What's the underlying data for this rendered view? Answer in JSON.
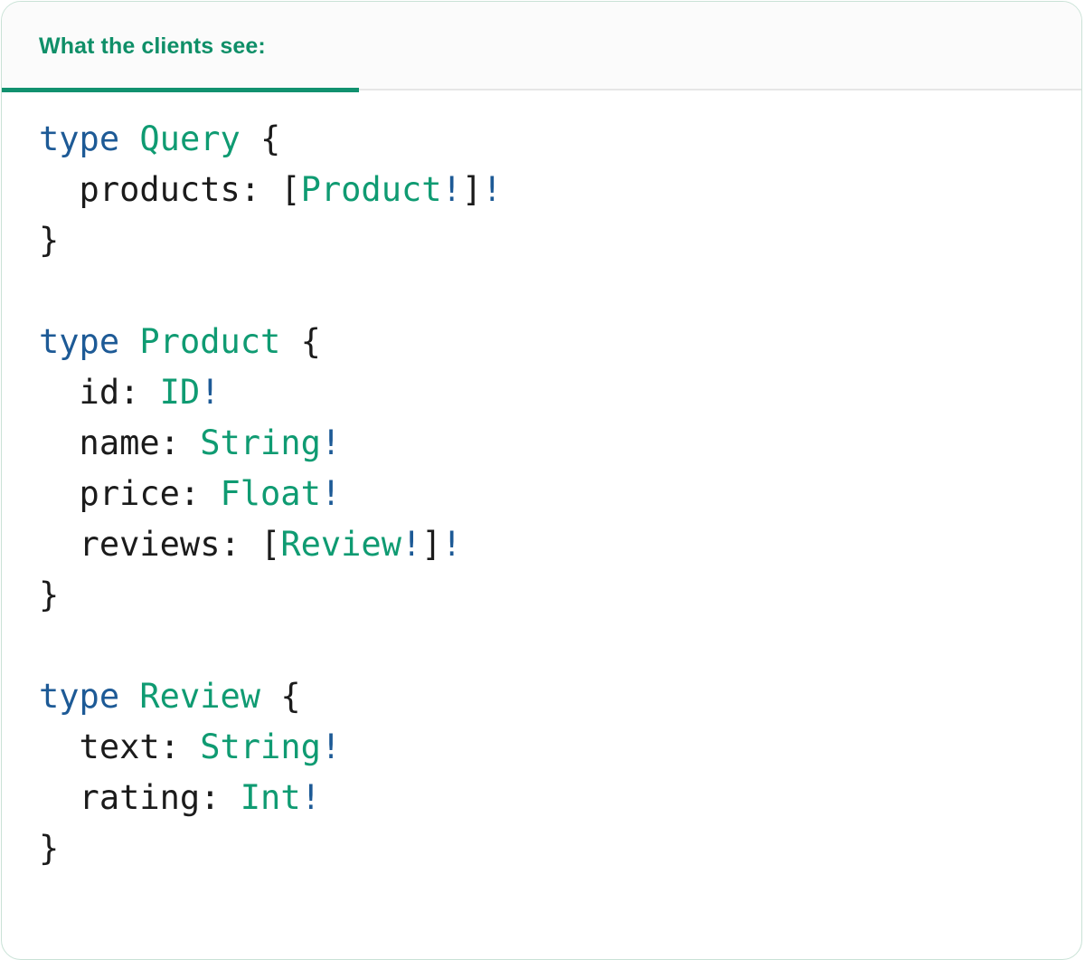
{
  "card": {
    "border_color": "#c9e2d6",
    "background": "#ffffff"
  },
  "tabbar": {
    "background": "#fbfbfb",
    "border_color": "#e6e6e6",
    "active_tab": {
      "label": "What the clients see:",
      "color": "#0f8f68",
      "underline_color": "#11916f",
      "active": true
    }
  },
  "theme": {
    "keyword_color": "#1d5a96",
    "type_color": "#0f9b72",
    "plain_color": "#1b1b1b",
    "bang_color": "#1d5a96"
  },
  "code": {
    "language": "graphql",
    "raw": "type Query {\n  products: [Product!]!\n}\n\ntype Product {\n  id: ID!\n  name: String!\n  price: Float!\n  reviews: [Review!]!\n}\n\ntype Review {\n  text: String!\n  rating: Int!\n}",
    "lines": [
      {
        "tokens": [
          {
            "t": "type",
            "k": "kw"
          },
          {
            "t": " ",
            "k": "plain"
          },
          {
            "t": "Query",
            "k": "type"
          },
          {
            "t": " {",
            "k": "plain"
          }
        ]
      },
      {
        "tokens": [
          {
            "t": "  products: [",
            "k": "plain"
          },
          {
            "t": "Product",
            "k": "type"
          },
          {
            "t": "!",
            "k": "bang"
          },
          {
            "t": "]",
            "k": "plain"
          },
          {
            "t": "!",
            "k": "bang"
          }
        ]
      },
      {
        "tokens": [
          {
            "t": "}",
            "k": "plain"
          }
        ]
      },
      {
        "tokens": []
      },
      {
        "tokens": [
          {
            "t": "type",
            "k": "kw"
          },
          {
            "t": " ",
            "k": "plain"
          },
          {
            "t": "Product",
            "k": "type"
          },
          {
            "t": " {",
            "k": "plain"
          }
        ]
      },
      {
        "tokens": [
          {
            "t": "  id: ",
            "k": "plain"
          },
          {
            "t": "ID",
            "k": "type"
          },
          {
            "t": "!",
            "k": "bang"
          }
        ]
      },
      {
        "tokens": [
          {
            "t": "  name: ",
            "k": "plain"
          },
          {
            "t": "String",
            "k": "type"
          },
          {
            "t": "!",
            "k": "bang"
          }
        ]
      },
      {
        "tokens": [
          {
            "t": "  price: ",
            "k": "plain"
          },
          {
            "t": "Float",
            "k": "type"
          },
          {
            "t": "!",
            "k": "bang"
          }
        ]
      },
      {
        "tokens": [
          {
            "t": "  reviews: [",
            "k": "plain"
          },
          {
            "t": "Review",
            "k": "type"
          },
          {
            "t": "!",
            "k": "bang"
          },
          {
            "t": "]",
            "k": "plain"
          },
          {
            "t": "!",
            "k": "bang"
          }
        ]
      },
      {
        "tokens": [
          {
            "t": "}",
            "k": "plain"
          }
        ]
      },
      {
        "tokens": []
      },
      {
        "tokens": [
          {
            "t": "type",
            "k": "kw"
          },
          {
            "t": " ",
            "k": "plain"
          },
          {
            "t": "Review",
            "k": "type"
          },
          {
            "t": " {",
            "k": "plain"
          }
        ]
      },
      {
        "tokens": [
          {
            "t": "  text: ",
            "k": "plain"
          },
          {
            "t": "String",
            "k": "type"
          },
          {
            "t": "!",
            "k": "bang"
          }
        ]
      },
      {
        "tokens": [
          {
            "t": "  rating: ",
            "k": "plain"
          },
          {
            "t": "Int",
            "k": "type"
          },
          {
            "t": "!",
            "k": "bang"
          }
        ]
      },
      {
        "tokens": [
          {
            "t": "}",
            "k": "plain"
          }
        ]
      }
    ]
  }
}
